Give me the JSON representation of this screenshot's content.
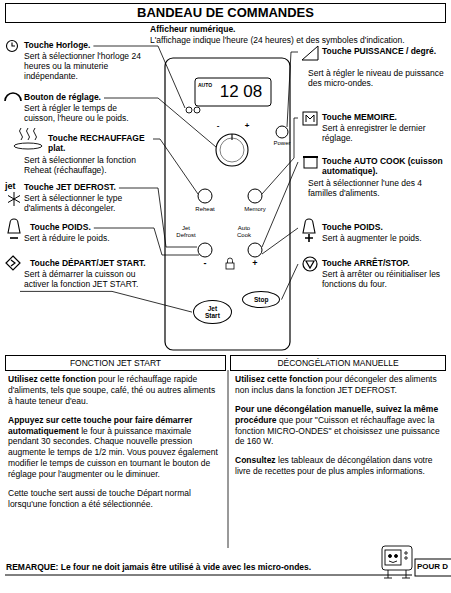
{
  "diagram": {
    "title": "BANDEAU DE COMMANDES",
    "nodes": [
      {
        "text": [
          "Jet Start"
        ]
      },
      {
        "text": [
          "Stop"
        ]
      },
      {
        "text": [
          "FONCTION JET START"
        ]
      },
      {
        "text": [
          "DÉCONGÉLATION MANUELLE"
        ]
      }
    ],
    "labels": [
      "Afficheur numérique.",
      "L'affichage indique l'heure (24 heures) et des symboles d'indication.",
      "Touche Horloge.",
      "Sert à sélectionner l'horloge 24 heures ou la minuterie indépendante.",
      "Bouton de réglage.",
      "Sert à régler le temps de cuisson, l'heure ou le poids.",
      "Touche RECHAUFFAGE plat.",
      "Sert à sélectionner la fonction Reheat (réchauffage).",
      "jet",
      "Touche JET DEFROST.",
      "Sert à sélectionner le type d'aliments à décongeler.",
      "Touche POIDS.",
      "Sert à réduire le poids.",
      "Touche DÉPART/JET START.",
      "Sert à démarrer la cuisson ou activer la fonction JET START.",
      "Touche PUISSANCE / degré.",
      "Sert à régler le niveau de puissance des micro-ondes.",
      "Touche MEMOIRE.",
      "Sert à enregistrer le dernier réglage.",
      "Touche AUTO COOK (cuisson automatique).",
      "Sert à sélectionner l'une des 4 familles d'aliments.",
      "Touche POIDS.",
      "Sert à augmenter le poids.",
      "Touche ARRÊT/STOP.",
      "Sert à arrêter ou réinitialiser les fonctions du four.",
      "AUTO",
      "12 08",
      "Power",
      "Reheat",
      "Memory",
      "Jet Defrost",
      "Auto Cook",
      "-",
      "+",
      "Utilisez cette fonction",
      "pour le réchauffage rapide d'aliments, tels que soupe, café, thé ou autres aliments à haute teneur d'eau.",
      "Appuyez sur cette touche pour faire démarrer automatiquement",
      "le four à puissance maximale pendant 30 secondes. Chaque nouvelle pression augmente le temps de 1/2 min. Vous pouvez également modifier le temps de cuisson en tournant le bouton de réglage pour l'augmenter ou le diminuer.",
      "Cette touche sert aussi de touche Départ normal lorsqu'une fonction a été sélectionnée.",
      "Utilisez cette fonction",
      "pour décongeler des aliments non inclus dans la fonction JET DEFROST.",
      "Pour une décongélation manuelle, suivez la même procédure",
      "que pour \"Cuisson et réchauffage avec la fonction MICRO-ONDES\" et choisissez une puissance de 160 W.",
      "Consultez",
      "les tableaux de décongélation dans votre livre de recettes pour de plus amples informations.",
      "REMARQUE: Le four ne doit jamais être utilisé à vide avec les micro-ondes.",
      "POUR D",
      "-",
      "+"
    ]
  }
}
